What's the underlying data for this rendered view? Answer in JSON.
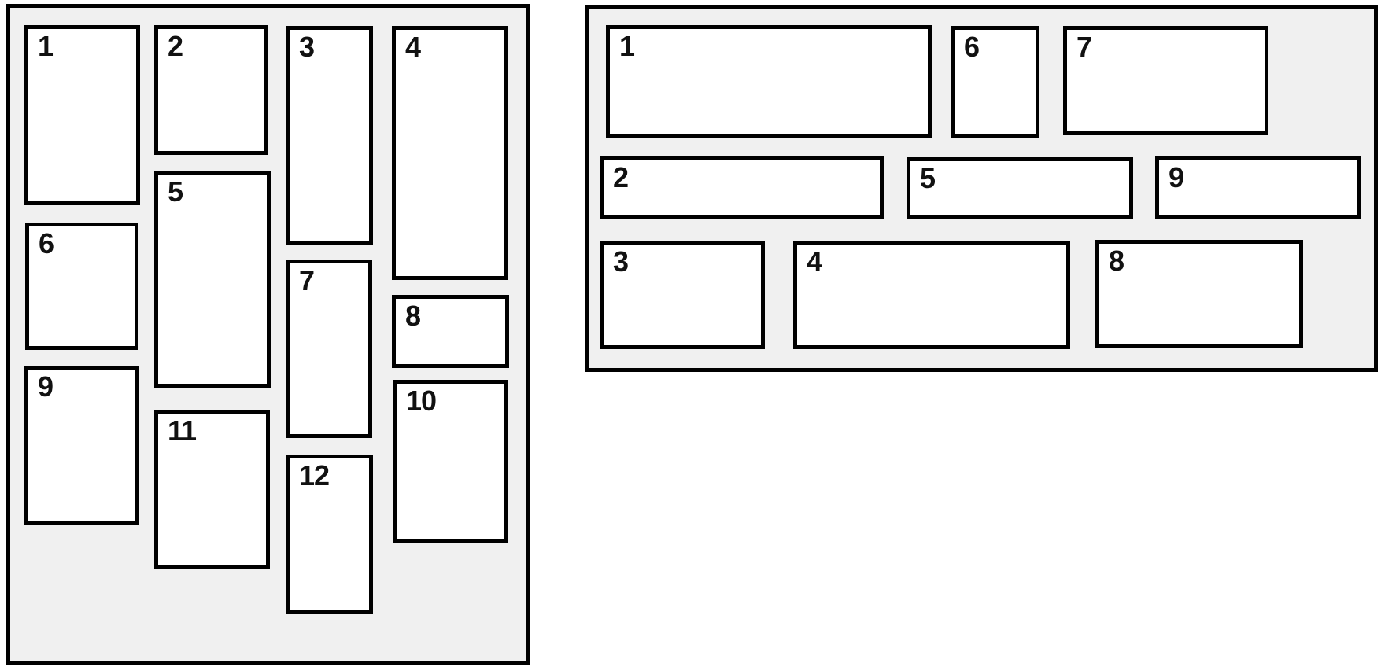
{
  "figure": {
    "kind": "layout-comparison-diagram",
    "background_color": "#ffffff",
    "panel_fill_color": "#f0f0f0",
    "stroke_color": "#000000",
    "label_color": "#111111"
  },
  "left_panel": {
    "name": "masonry-layout-panel",
    "items": [
      {
        "label": "1"
      },
      {
        "label": "2"
      },
      {
        "label": "3"
      },
      {
        "label": "4"
      },
      {
        "label": "5"
      },
      {
        "label": "6"
      },
      {
        "label": "7"
      },
      {
        "label": "8"
      },
      {
        "label": "9"
      },
      {
        "label": "10"
      },
      {
        "label": "11"
      },
      {
        "label": "12"
      }
    ]
  },
  "right_panel": {
    "name": "row-layout-panel",
    "items": [
      {
        "label": "1"
      },
      {
        "label": "2"
      },
      {
        "label": "3"
      },
      {
        "label": "4"
      },
      {
        "label": "5"
      },
      {
        "label": "6"
      },
      {
        "label": "7"
      },
      {
        "label": "8"
      },
      {
        "label": "9"
      }
    ]
  }
}
